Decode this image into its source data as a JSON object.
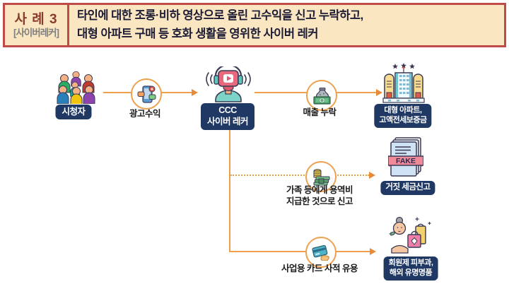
{
  "header": {
    "case_label": "사 례 3",
    "case_sublabel": "[사이버레커]",
    "title_line1": "타인에 대한 조롱·비하 영상으로 올린 고수익을 신고 누락하고,",
    "title_line2": "대형 아파트 구매 등 호화 생활을 영위한 사이버 레커"
  },
  "diagram": {
    "viewers_label": "시청자",
    "ad_revenue_caption": "광고수익",
    "wrecker_name": "CCC",
    "wrecker_role": "사이버 레커",
    "sales_caption": "매출 누락",
    "apartment_line1": "대형 아파트,",
    "apartment_line2": "고액전세보증금",
    "service_caption_line1": "가족 등에게 용역비",
    "service_caption_line2": "지급한 것으로 신고",
    "fake_stamp": "FAKE",
    "fake_label": "거짓 세금신고",
    "card_caption": "사업용 카드 사적 유용",
    "luxury_line1": "회원제 피부과,",
    "luxury_line2": "해외 유명명품"
  },
  "colors": {
    "header_border": "#BE4B48",
    "header_bg": "#FAE7C1",
    "case_text": "#8A3B2B",
    "sub_text": "#808080",
    "title_text": "#1B1B35",
    "flow_orange": "#F0A04B",
    "arrow_orange": "#E78B3A",
    "label_navy": "#1F3864",
    "fake_banner": "#F08A9B"
  },
  "icons": {
    "viewers": "viewers-crowd-icon",
    "ad_revenue": "phone-ads-icon",
    "wrecker": "streamer-headset-icon",
    "sales": "money-bag-icon",
    "apartment": "apartment-buildings-icon",
    "service_fee": "cash-stack-icon",
    "fake": "fake-document-icon",
    "card": "credit-card-hand-icon",
    "luxury": "spa-shopping-icon"
  }
}
